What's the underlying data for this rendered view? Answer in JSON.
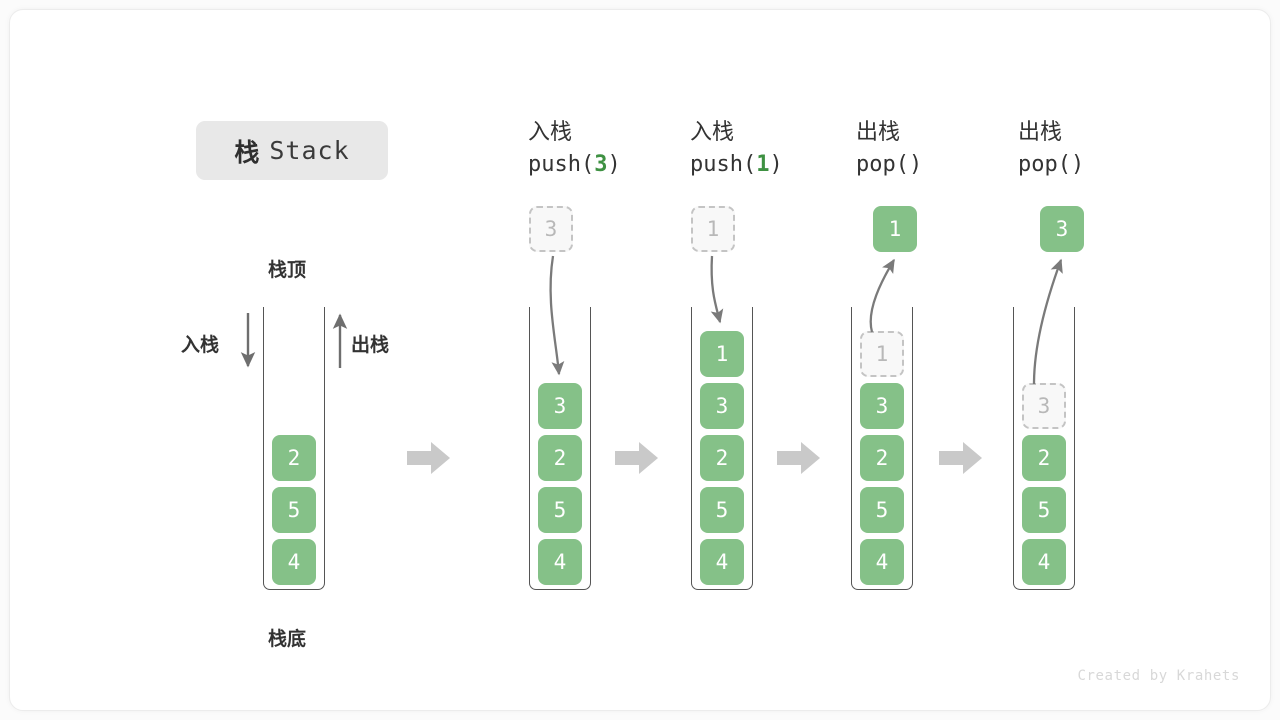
{
  "title": {
    "cn": "栈",
    "en": "Stack"
  },
  "labels": {
    "top": "栈顶",
    "bottom": "栈底",
    "push": "入栈",
    "pop": "出栈"
  },
  "colors": {
    "green": "#85c188",
    "green_text": "#3e9142",
    "ghost_fill": "#f8f8f8",
    "ghost_border": "#c4c4c4",
    "ghost_text": "#b8b8b8",
    "wall": "#555555",
    "arrow_gray": "#777777",
    "step_arrow": "#c9c9c9",
    "badge_bg": "#e8e8e8",
    "text": "#333333",
    "credit": "#d8d8d8"
  },
  "initial_stack": {
    "name": "initial",
    "cells": [
      "2",
      "5",
      "4"
    ]
  },
  "steps": [
    {
      "id": "push-3",
      "op_cn": "入栈",
      "code_prefix": "push(",
      "code_arg": "3",
      "code_suffix": ")",
      "floating": {
        "value": "3",
        "style": "ghost"
      },
      "direction": "in",
      "cells": [
        "3",
        "2",
        "5",
        "4"
      ],
      "cell_styles": [
        "filled",
        "filled",
        "filled",
        "filled"
      ]
    },
    {
      "id": "push-1",
      "op_cn": "入栈",
      "code_prefix": "push(",
      "code_arg": "1",
      "code_suffix": ")",
      "floating": {
        "value": "1",
        "style": "ghost"
      },
      "direction": "in",
      "cells": [
        "1",
        "3",
        "2",
        "5",
        "4"
      ],
      "cell_styles": [
        "filled",
        "filled",
        "filled",
        "filled",
        "filled"
      ]
    },
    {
      "id": "pop-1",
      "op_cn": "出栈",
      "code_prefix": "pop(",
      "code_arg": "",
      "code_suffix": ")",
      "floating": {
        "value": "1",
        "style": "filled"
      },
      "direction": "out",
      "cells": [
        "1",
        "3",
        "2",
        "5",
        "4"
      ],
      "cell_styles": [
        "ghost",
        "filled",
        "filled",
        "filled",
        "filled"
      ]
    },
    {
      "id": "pop-2",
      "op_cn": "出栈",
      "code_prefix": "pop(",
      "code_arg": "",
      "code_suffix": ")",
      "floating": {
        "value": "3",
        "style": "filled"
      },
      "direction": "out",
      "cells": [
        "3",
        "2",
        "5",
        "4"
      ],
      "cell_styles": [
        "ghost",
        "filled",
        "filled",
        "filled"
      ]
    }
  ],
  "credit": "Created by Krahets"
}
